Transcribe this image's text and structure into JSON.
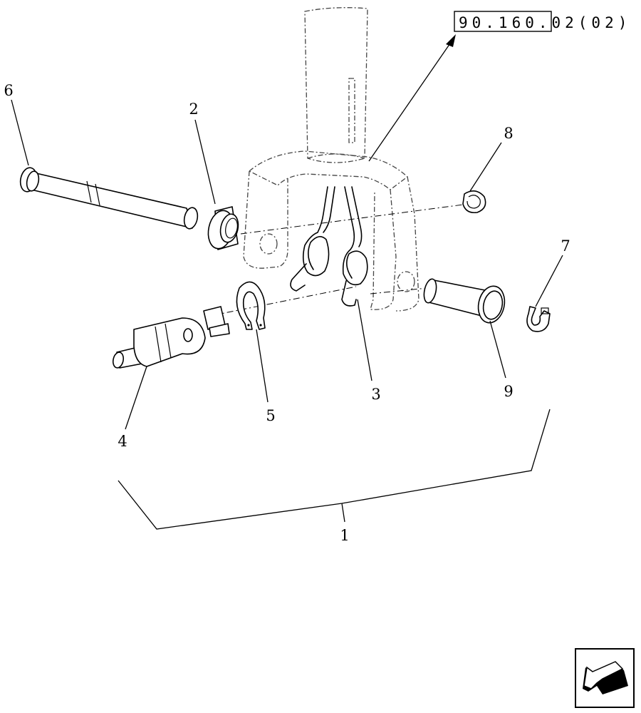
{
  "diagram": {
    "reference_label": "90.160.02(02)",
    "callouts": {
      "c1": "1",
      "c2": "2",
      "c3": "3",
      "c4": "4",
      "c5": "5",
      "c6": "6",
      "c7": "7",
      "c8": "8",
      "c9": "9"
    },
    "navigation_icon": "back-arrow-icon"
  }
}
